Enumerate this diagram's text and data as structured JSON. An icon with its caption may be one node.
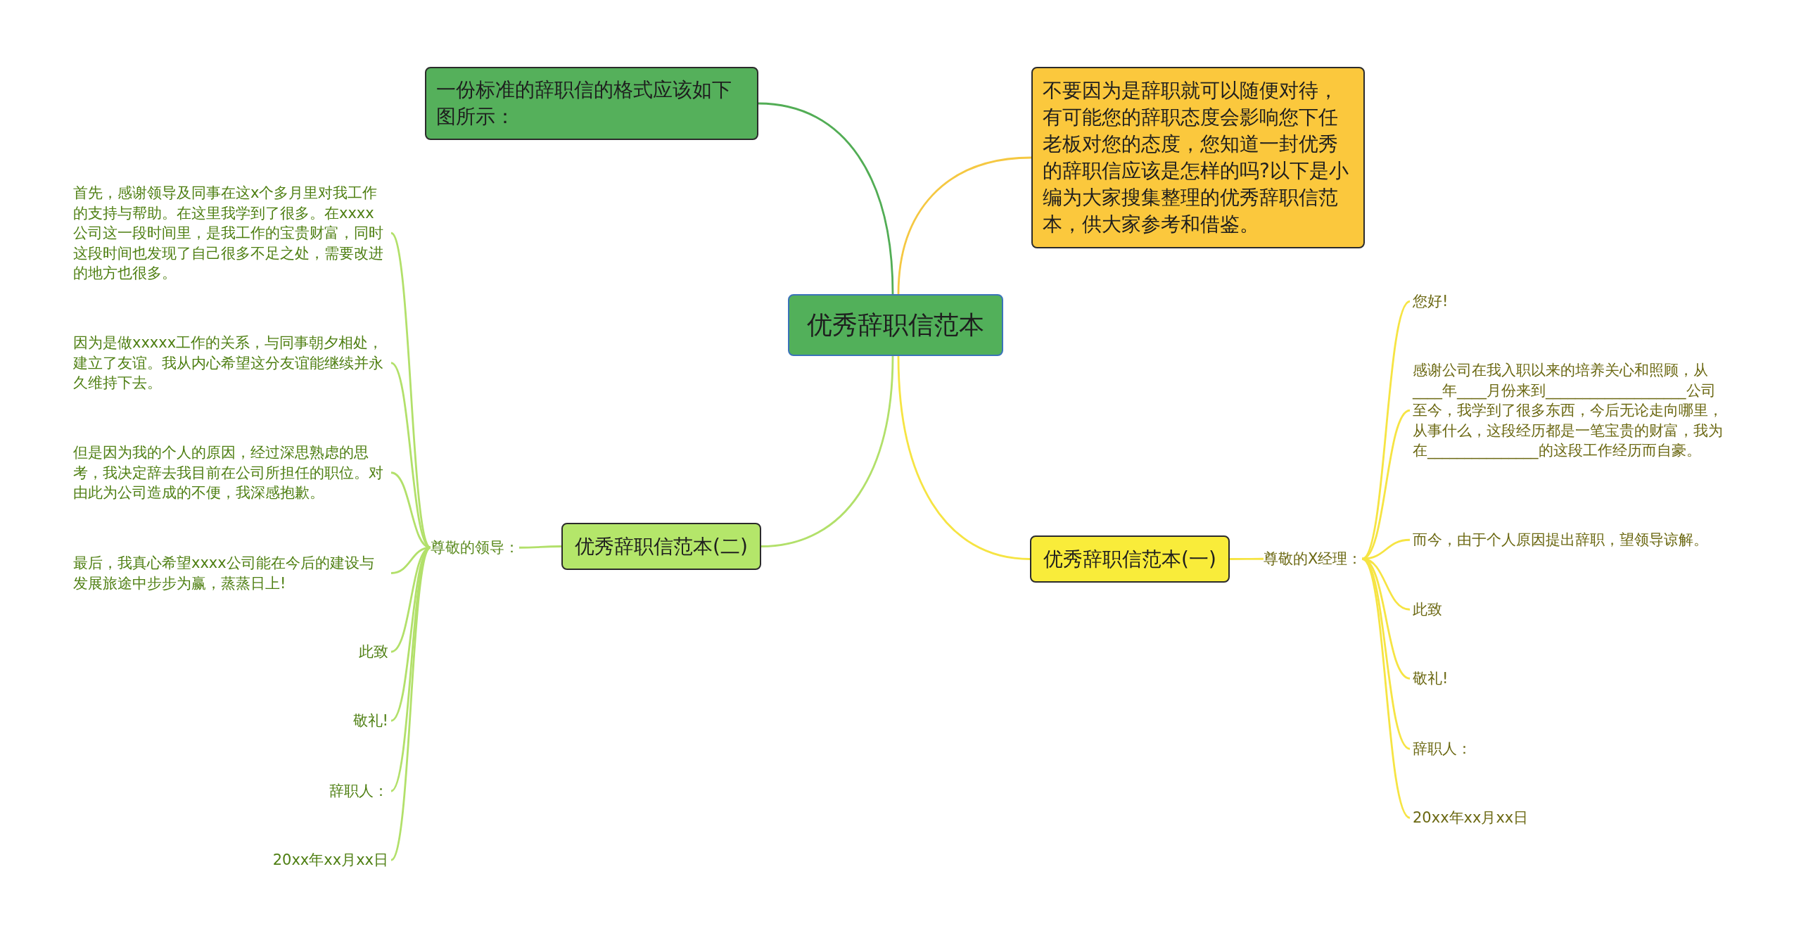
{
  "diagram": {
    "nodes": [
      {
        "text": [
          "优秀辞职信范本"
        ]
      },
      {
        "text": [
          "一份标准的辞职信的格式应该如下图所示："
        ]
      },
      {
        "text": [
          "不要因为是辞职就可以随便对待，有可能您的辞职态度会影响您下任老板对您的态度，您知道一封优秀的辞职信应该是怎样的吗?以下是小编为大家搜集整理的优秀辞职信范本，供大家参考和借鉴。"
        ]
      },
      {
        "text": [
          "优秀辞职信范本(二)"
        ]
      },
      {
        "text": [
          "优秀辞职信范本(一)"
        ]
      },
      {
        "text": [
          "尊敬的领导："
        ]
      },
      {
        "text": [
          "首先，感谢领导及同事在这x个多月里对我工作的支持与帮助。在这里我学到了很多。在xxxx公司这一段时间里，是我工作的宝贵财富，同时这段时间也发现了自己很多不足之处，需要改进的地方也很多。"
        ]
      },
      {
        "text": [
          "因为是做xxxxx工作的关系，与同事朝夕相处，建立了友谊。我从内心希望这分友谊能继续并永久维持下去。"
        ]
      },
      {
        "text": [
          "但是因为我的个人的原因，经过深思熟虑的思考，我决定辞去我目前在公司所担任的职位。对由此为公司造成的不便，我深感抱歉。"
        ]
      },
      {
        "text": [
          "最后，我真心希望xxxx公司能在今后的建设与发展旅途中步步为赢，蒸蒸日上!"
        ]
      },
      {
        "text": [
          "此致"
        ]
      },
      {
        "text": [
          "敬礼!"
        ]
      },
      {
        "text": [
          "辞职人："
        ]
      },
      {
        "text": [
          "20xx年xx月xx日"
        ]
      },
      {
        "text": [
          "尊敬的X经理："
        ]
      },
      {
        "text": [
          "您好!"
        ]
      },
      {
        "text": [
          "感谢公司在我入职以来的培养关心和照顾，从____年____月份来到___________________公司至今，我学到了很多东西，今后无论走向哪里，从事什么，这段经历都是一笔宝贵的财富，我为在_______________的这段工作经历而自豪。"
        ]
      },
      {
        "text": [
          "而今，由于个人原因提出辞职，望领导谅解。"
        ]
      },
      {
        "text": [
          "此致"
        ]
      },
      {
        "text": [
          "敬礼!"
        ]
      },
      {
        "text": [
          "辞职人："
        ]
      },
      {
        "text": [
          "20xx年xx月xx日"
        ]
      }
    ],
    "edges": [
      {
        "from": 0,
        "to": 1,
        "arrow": "none",
        "color": "#52ad55"
      },
      {
        "from": 0,
        "to": 2,
        "arrow": "none",
        "color": "#f5c842"
      },
      {
        "from": 0,
        "to": 3,
        "arrow": "none"
      },
      {
        "from": 0,
        "to": 4,
        "arrow": "none",
        "color": "#f6e443"
      },
      {
        "from": 3,
        "to": 5,
        "arrow": "none"
      },
      {
        "from": 5,
        "to": 6,
        "arrow": "none"
      },
      {
        "from": 5,
        "to": 7,
        "arrow": "none"
      },
      {
        "from": 5,
        "to": 8,
        "arrow": "none"
      },
      {
        "from": 5,
        "to": 9,
        "arrow": "none"
      },
      {
        "from": 5,
        "to": 10,
        "arrow": "none"
      },
      {
        "from": 5,
        "to": 11,
        "arrow": "none"
      },
      {
        "from": 5,
        "to": 12,
        "arrow": "none"
      },
      {
        "from": 5,
        "to": 13,
        "arrow": "none"
      },
      {
        "from": 4,
        "to": 14,
        "arrow": "none",
        "color": "#f6e443"
      },
      {
        "from": 14,
        "to": 15,
        "arrow": "none",
        "color": "#f6e443"
      },
      {
        "from": 14,
        "to": 16,
        "arrow": "none",
        "color": "#f6e443"
      },
      {
        "from": 14,
        "to": 17,
        "arrow": "none",
        "color": "#f6e443"
      },
      {
        "from": 14,
        "to": 18,
        "arrow": "none",
        "color": "#f6e443"
      },
      {
        "from": 14,
        "to": 19,
        "arrow": "none",
        "color": "#f6e443"
      },
      {
        "from": 14,
        "to": 20,
        "arrow": "none",
        "color": "#f6e443"
      },
      {
        "from": 14,
        "to": 21,
        "arrow": "none",
        "color": "#f6e443"
      }
    ]
  }
}
